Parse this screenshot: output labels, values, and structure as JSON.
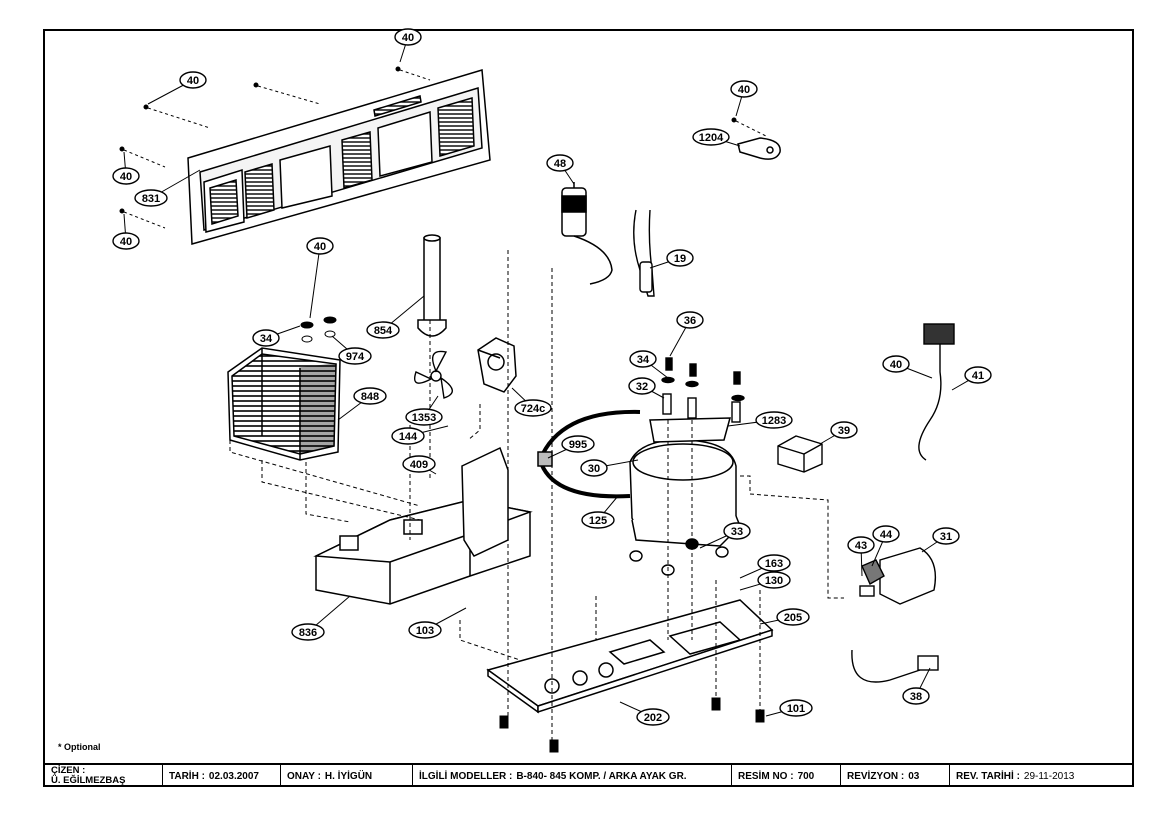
{
  "callouts": [
    {
      "id": "c40a",
      "text": "40"
    },
    {
      "id": "c40b",
      "text": "40"
    },
    {
      "id": "c40c",
      "text": "40"
    },
    {
      "id": "c40d",
      "text": "40"
    },
    {
      "id": "c40e",
      "text": "40"
    },
    {
      "id": "c40f",
      "text": "40"
    },
    {
      "id": "c40g",
      "text": "40"
    },
    {
      "id": "c831",
      "text": "831"
    },
    {
      "id": "c1204",
      "text": "1204"
    },
    {
      "id": "c48",
      "text": "48"
    },
    {
      "id": "c19",
      "text": "19"
    },
    {
      "id": "c34a",
      "text": "34"
    },
    {
      "id": "c974",
      "text": "974"
    },
    {
      "id": "c854",
      "text": "854"
    },
    {
      "id": "c36",
      "text": "36"
    },
    {
      "id": "c34b",
      "text": "34"
    },
    {
      "id": "c32",
      "text": "32"
    },
    {
      "id": "c41",
      "text": "41"
    },
    {
      "id": "c848",
      "text": "848"
    },
    {
      "id": "c1353",
      "text": "1353"
    },
    {
      "id": "c724c",
      "text": "724c"
    },
    {
      "id": "c144",
      "text": "144"
    },
    {
      "id": "c1283",
      "text": "1283"
    },
    {
      "id": "c39",
      "text": "39"
    },
    {
      "id": "c995",
      "text": "995"
    },
    {
      "id": "c30",
      "text": "30"
    },
    {
      "id": "c409",
      "text": "409"
    },
    {
      "id": "c125",
      "text": "125"
    },
    {
      "id": "c33",
      "text": "33"
    },
    {
      "id": "c44",
      "text": "44"
    },
    {
      "id": "c31",
      "text": "31"
    },
    {
      "id": "c43",
      "text": "43"
    },
    {
      "id": "c163",
      "text": "163"
    },
    {
      "id": "c130",
      "text": "130"
    },
    {
      "id": "c205",
      "text": "205"
    },
    {
      "id": "c836",
      "text": "836"
    },
    {
      "id": "c103",
      "text": "103"
    },
    {
      "id": "c202",
      "text": "202"
    },
    {
      "id": "c101",
      "text": "101"
    },
    {
      "id": "c38",
      "text": "38"
    }
  ],
  "footnote": "* Optional",
  "title_block": {
    "drawn_label": "ÇİZEN :",
    "drawn_value": "Ü. EĞİLMEZBAŞ",
    "date_label": "TARİH :",
    "date_value": "02.03.2007",
    "approved_label": "ONAY :",
    "approved_value": "H. İYİGÜN",
    "models_label": "İLGİLİ MODELLER :",
    "models_value": "B-840- 845 KOMP. / ARKA AYAK GR.",
    "sheet_label": "RESİM NO :",
    "sheet_value": "700",
    "revision_label": "REVİZYON :",
    "revision_value": "03",
    "revdate_label": "REV. TARİHİ :",
    "revdate_value": "29-11-2013"
  }
}
